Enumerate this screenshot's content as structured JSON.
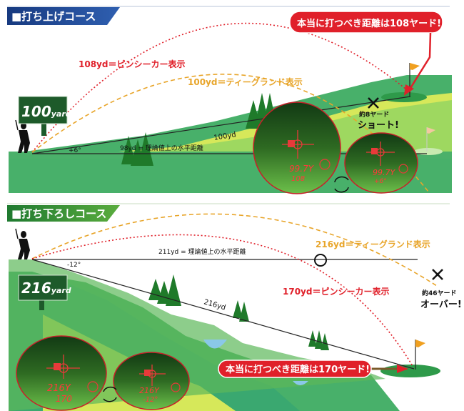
{
  "uphill": {
    "header": "■打ち上げコース",
    "callout": "本当に打つべき距離は108ヤード!",
    "sign": {
      "number": "100",
      "unit": "yard"
    },
    "pinseeker_label": "108yd＝ピンシーカー表示",
    "teeground_label": "100yd＝ティーグランド表示",
    "slope_label": "100yd",
    "horizontal_label": "98yd = 理論値上の水平距離",
    "angle_label": "+6°",
    "result_line1": "約8ヤード",
    "result_line2": "ショート!",
    "scope_left": {
      "distance": "99.7Y",
      "sub": "108"
    },
    "scope_right": {
      "distance": "99.7Y",
      "sub": "+6°"
    }
  },
  "downhill": {
    "header": "■打ち下ろしコース",
    "callout": "本当に打つべき距離は170ヤード!",
    "sign": {
      "number": "216",
      "unit": "yard"
    },
    "pinseeker_label": "170yd＝ピンシーカー表示",
    "teeground_label": "216yd＝ティーグランド表示",
    "slope_label": "216yd",
    "horizontal_label": "211yd = 理論値上の水平距離",
    "angle_label": "-12°",
    "result_line1": "約46ヤード",
    "result_line2": "オーバー!",
    "scope_left": {
      "distance": "216Y",
      "sub": "170"
    },
    "scope_right": {
      "distance": "216Y",
      "sub": "-12°"
    }
  },
  "colors": {
    "red": "#e0202a",
    "orange": "#e8a52a",
    "green": "#1e8a3a",
    "blue": "#1a3f8a"
  }
}
